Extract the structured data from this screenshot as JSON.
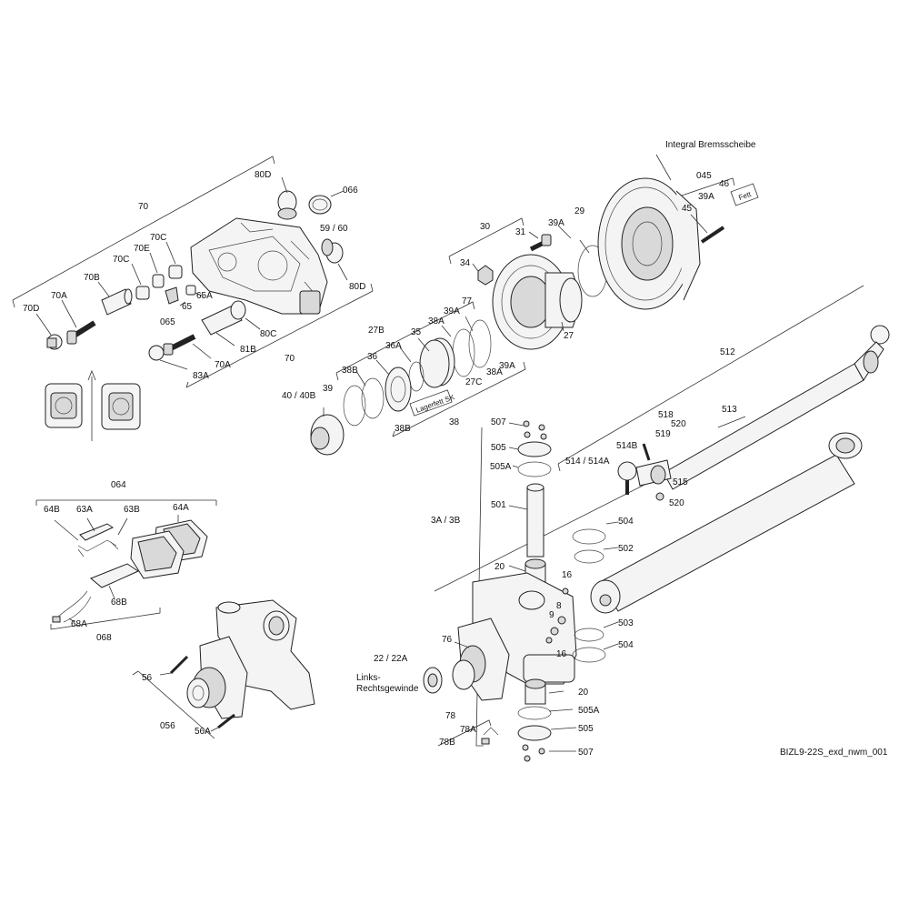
{
  "labels": [
    {
      "id": "80D_top",
      "text": "80D"
    },
    {
      "id": "066",
      "text": "066"
    },
    {
      "id": "70",
      "text": "70"
    },
    {
      "id": "59_60",
      "text": "59 / 60"
    },
    {
      "id": "70C_a",
      "text": "70C"
    },
    {
      "id": "70E",
      "text": "70E"
    },
    {
      "id": "70C_b",
      "text": "70C"
    },
    {
      "id": "70B",
      "text": "70B"
    },
    {
      "id": "70A_a",
      "text": "70A"
    },
    {
      "id": "70D",
      "text": "70D"
    },
    {
      "id": "65A",
      "text": "65A"
    },
    {
      "id": "065",
      "text": "065"
    },
    {
      "id": "65",
      "text": "65"
    },
    {
      "id": "80D_bot",
      "text": "80D"
    },
    {
      "id": "80C",
      "text": "80C"
    },
    {
      "id": "81B",
      "text": "81B"
    },
    {
      "id": "70A_b",
      "text": "70A"
    },
    {
      "id": "83A",
      "text": "83A"
    },
    {
      "id": "70_bot",
      "text": "70"
    },
    {
      "id": "30",
      "text": "30"
    },
    {
      "id": "31",
      "text": "31"
    },
    {
      "id": "39A_top",
      "text": "39A"
    },
    {
      "id": "29",
      "text": "29"
    },
    {
      "id": "34",
      "text": "34"
    },
    {
      "id": "27",
      "text": "27"
    },
    {
      "id": "integral",
      "text": "Integral Bremsscheibe"
    },
    {
      "id": "045",
      "text": "045"
    },
    {
      "id": "46",
      "text": "46"
    },
    {
      "id": "39A_r",
      "text": "39A"
    },
    {
      "id": "fett",
      "text": "Fett"
    },
    {
      "id": "45",
      "text": "45"
    },
    {
      "id": "77",
      "text": "77"
    },
    {
      "id": "39A_m",
      "text": "39A"
    },
    {
      "id": "27B",
      "text": "27B"
    },
    {
      "id": "38A_a",
      "text": "38A"
    },
    {
      "id": "35",
      "text": "35"
    },
    {
      "id": "36A",
      "text": "36A"
    },
    {
      "id": "36",
      "text": "36"
    },
    {
      "id": "38B_a",
      "text": "38B"
    },
    {
      "id": "39",
      "text": "39"
    },
    {
      "id": "40_40B",
      "text": "40 / 40B"
    },
    {
      "id": "27C",
      "text": "27C"
    },
    {
      "id": "38A_b",
      "text": "38A"
    },
    {
      "id": "39A_b",
      "text": "39A"
    },
    {
      "id": "lagerfett",
      "text": "Lagerfett SK"
    },
    {
      "id": "38B_b",
      "text": "38B"
    },
    {
      "id": "38",
      "text": "38"
    },
    {
      "id": "512",
      "text": "512"
    },
    {
      "id": "513",
      "text": "513"
    },
    {
      "id": "518",
      "text": "518"
    },
    {
      "id": "520_a",
      "text": "520"
    },
    {
      "id": "519",
      "text": "519"
    },
    {
      "id": "514B",
      "text": "514B"
    },
    {
      "id": "514_514A",
      "text": "514 / 514A"
    },
    {
      "id": "515",
      "text": "515"
    },
    {
      "id": "520_b",
      "text": "520"
    },
    {
      "id": "507_top",
      "text": "507"
    },
    {
      "id": "505_top",
      "text": "505"
    },
    {
      "id": "505A_top",
      "text": "505A"
    },
    {
      "id": "501",
      "text": "501"
    },
    {
      "id": "3A_3B",
      "text": "3A / 3B"
    },
    {
      "id": "504_a",
      "text": "504"
    },
    {
      "id": "502",
      "text": "502"
    },
    {
      "id": "20_top",
      "text": "20"
    },
    {
      "id": "16_a",
      "text": "16"
    },
    {
      "id": "8",
      "text": "8"
    },
    {
      "id": "9",
      "text": "9"
    },
    {
      "id": "503",
      "text": "503"
    },
    {
      "id": "76",
      "text": "76"
    },
    {
      "id": "16_b",
      "text": "16"
    },
    {
      "id": "504_b",
      "text": "504"
    },
    {
      "id": "22_22A",
      "text": "22 / 22A"
    },
    {
      "id": "links",
      "text": "Links-"
    },
    {
      "id": "rechts",
      "text": "Rechtsgewinde"
    },
    {
      "id": "20_bot",
      "text": "20"
    },
    {
      "id": "505A_bot",
      "text": "505A"
    },
    {
      "id": "78",
      "text": "78"
    },
    {
      "id": "78A",
      "text": "78A"
    },
    {
      "id": "505_bot",
      "text": "505"
    },
    {
      "id": "78B",
      "text": "78B"
    },
    {
      "id": "507_bot",
      "text": "507"
    },
    {
      "id": "064",
      "text": "064"
    },
    {
      "id": "64B",
      "text": "64B"
    },
    {
      "id": "63A",
      "text": "63A"
    },
    {
      "id": "63B",
      "text": "63B"
    },
    {
      "id": "64A",
      "text": "64A"
    },
    {
      "id": "68B",
      "text": "68B"
    },
    {
      "id": "68A",
      "text": "68A"
    },
    {
      "id": "068",
      "text": "068"
    },
    {
      "id": "56",
      "text": "56"
    },
    {
      "id": "056",
      "text": "056"
    },
    {
      "id": "56A",
      "text": "56A"
    },
    {
      "id": "drawing_id",
      "text": "BIZL9-22S_exd_nwm_001"
    }
  ]
}
